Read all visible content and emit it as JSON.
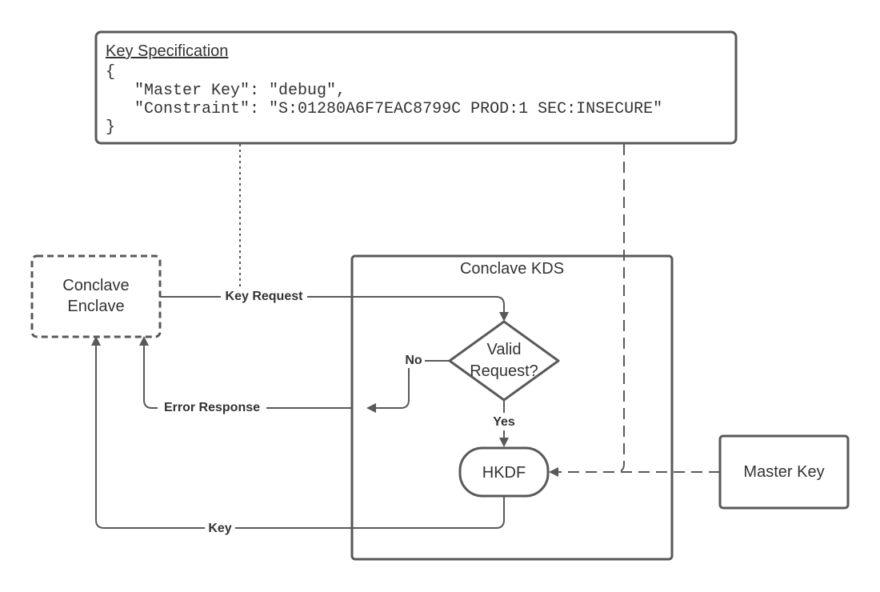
{
  "key_spec": {
    "title": "Key Specification",
    "lines": [
      "{",
      "   \"Master Key\": \"debug\",",
      "   \"Constraint\": \"S:01280A6F7EAC8799C PROD:1 SEC:INSECURE\"",
      "}"
    ]
  },
  "enclave": {
    "line1": "Conclave",
    "line2": "Enclave"
  },
  "kds": {
    "title": "Conclave KDS"
  },
  "decision": {
    "line1": "Valid",
    "line2": "Request?"
  },
  "hkdf": {
    "label": "HKDF"
  },
  "master_key": {
    "label": "Master Key"
  },
  "edges": {
    "key_request": "Key Request",
    "no": "No",
    "yes": "Yes",
    "error_response": "Error Response",
    "key": "Key"
  },
  "colors": {
    "stroke": "#595959",
    "text": "#333333",
    "background": "#ffffff"
  }
}
